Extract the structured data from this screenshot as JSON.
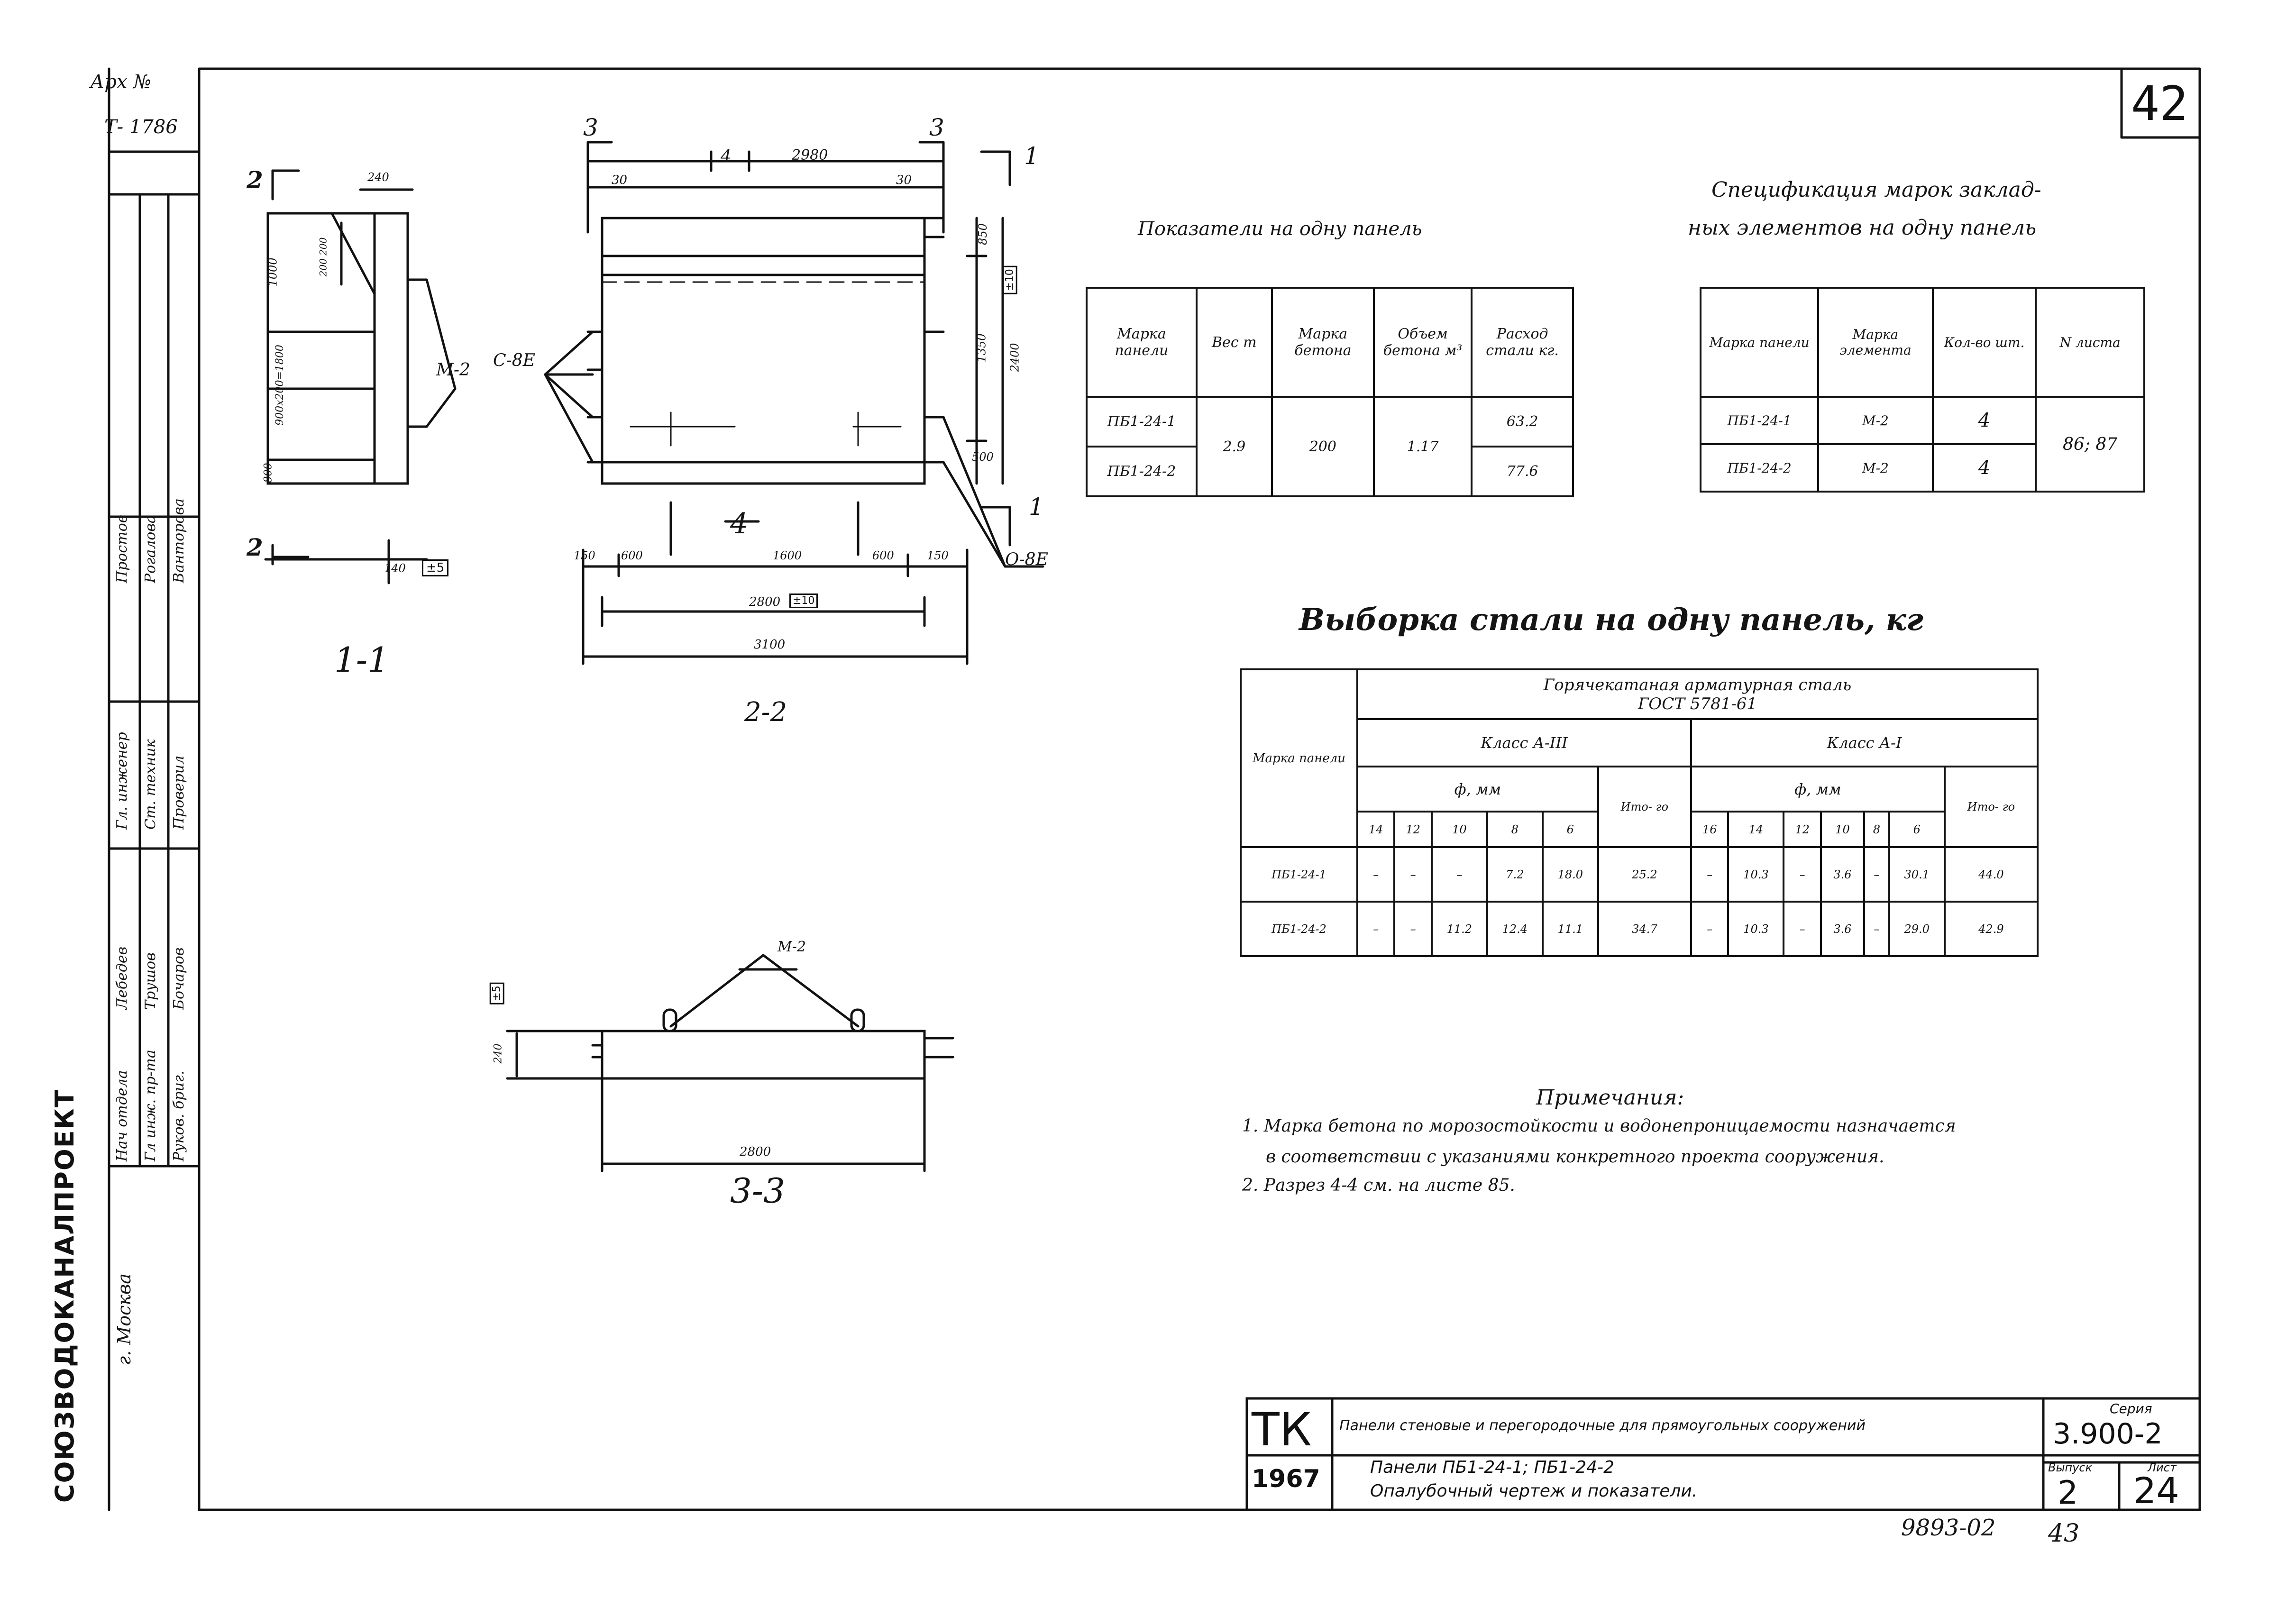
{
  "sheet": {
    "sheet_number": "42",
    "corner_top": "Арх №",
    "corner_value": "Т- 1786",
    "bottom_code": "9893-02",
    "bottom_num": "43"
  },
  "left_strip": {
    "org_name": "СОЮЗВОДОКАНАЛПРОЕКТ",
    "city": "г. Москва",
    "roles": [
      "Нач отдела",
      "Гл инж. пр-та",
      "Руков. бриг.",
      "Гл. инженер",
      "Ст. техник",
      "Проверил"
    ],
    "names": [
      "Лебедев",
      "Трушов",
      "Бочаров",
      "Простов",
      "Рогалова",
      "Ванторова"
    ]
  },
  "drawing": {
    "section_1_1": "1-1",
    "section_2_2": "2-2",
    "section_3_3": "3-3",
    "marks": {
      "m2": "М-2",
      "s8": "С-8Е",
      "o8": "О-8Е",
      "four": "4",
      "two": "2",
      "three": "3",
      "one": "1"
    },
    "dims": {
      "d_240": "240",
      "d_1000": "1000",
      "d_200x200": "200 200",
      "d_900x200": "900х200=1800",
      "d_800": "800",
      "d_140": "140",
      "d_elev": "±5",
      "d_2980": "2980",
      "d_30a": "30",
      "d_30b": "30",
      "d_850": "850",
      "d_1350": "1350",
      "d_2400": "2400",
      "d_500": "500",
      "d_150a": "150",
      "d_600a": "600",
      "d_1600": "1600",
      "d_600b": "600",
      "d_150b": "150",
      "d_2800": "2800",
      "d_plus10": "±10",
      "d_3100": "3100",
      "d_2800b": "2800",
      "d_240b": "240",
      "d_plus5b": "±5",
      "d_plus10b": "±10"
    }
  },
  "table1": {
    "title": "Показатели на одну панель",
    "headers": [
      "Марка панели",
      "Вес т",
      "Марка бетона",
      "Объем бетона м³",
      "Расход стали кг."
    ],
    "rows": [
      {
        "mark": "ПБ1-24-1",
        "steel": "63.2"
      },
      {
        "mark": "ПБ1-24-2",
        "steel": "77.6"
      }
    ],
    "weight": "2.9",
    "concrete": "200",
    "volume": "1.17"
  },
  "table2": {
    "title_line1": "Спецификация марок заклад-",
    "title_line2": "ных элементов на одну панель",
    "headers": [
      "Марка панели",
      "Марка элемента",
      "Кол-во шт.",
      "N листа"
    ],
    "rows": [
      {
        "mark": "ПБ1-24-1",
        "element": "М-2",
        "qty": "4"
      },
      {
        "mark": "ПБ1-24-2",
        "element": "М-2",
        "qty": "4"
      }
    ],
    "sheets": "86; 87"
  },
  "table3": {
    "title": "Выборка стали на одну панель, кг",
    "mark_header": "Марка панели",
    "group_header_1": "Горячекатаная арматурная сталь",
    "group_header_2": "ГОСТ 5781-61",
    "class3": "Класс А-III",
    "class1": "Класс А-I",
    "phi": "ф, мм",
    "total": "Ито- го",
    "diam_a3": [
      "14",
      "12",
      "10",
      "8",
      "6"
    ],
    "diam_a1": [
      "16",
      "14",
      "12",
      "10",
      "8",
      "6"
    ],
    "rows": [
      {
        "mark": "ПБ1-24-1",
        "a3": [
          "–",
          "–",
          "–",
          "7.2",
          "18.0"
        ],
        "a3_total": "25.2",
        "a1": [
          "–",
          "10.3",
          "–",
          "3.6",
          "–",
          "30.1"
        ],
        "a1_total": "44.0"
      },
      {
        "mark": "ПБ1-24-2",
        "a3": [
          "–",
          "–",
          "11.2",
          "12.4",
          "11.1"
        ],
        "a3_total": "34.7",
        "a1": [
          "–",
          "10.3",
          "–",
          "3.6",
          "–",
          "29.0"
        ],
        "a1_total": "42.9"
      }
    ]
  },
  "notes": {
    "heading": "Примечания:",
    "line1": "1. Марка бетона по морозостойкости и водонепроницаемости назначается",
    "line2": "в соответствии с указаниями конкретного проекта сооружения.",
    "line3": "2. Разрез 4-4 см. на листе 85."
  },
  "stamp": {
    "tk": "ТК",
    "year": "1967",
    "title_line": "Панели стеновые и перегородочные для прямоугольных сооружений",
    "desc_line1": "Панели ПБ1-24-1; ПБ1-24-2",
    "desc_line2": "Опалубочный чертеж и показатели.",
    "series_label": "Серия",
    "series": "3.900-2",
    "issue_label": "Выпуск",
    "issue": "2",
    "sheet_label": "Лист",
    "sheet": "24"
  }
}
